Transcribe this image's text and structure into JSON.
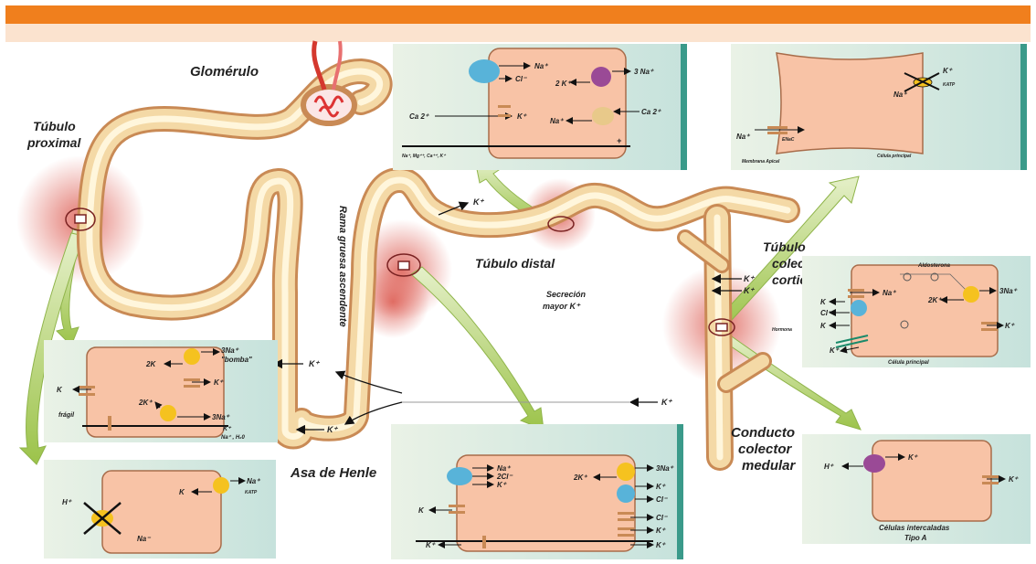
{
  "labels": {
    "glomerulo": "Glomérulo",
    "tubulo_proximal": [
      "Túbulo",
      "proximal"
    ],
    "rama_gruesa": "Rama gruesa ascendente",
    "tubulo_distal": "Túbulo distal",
    "tubulo_colector": [
      "Túbulo",
      "colector",
      "cortical"
    ],
    "secrecion": [
      "Secreción",
      "mayor K⁺"
    ],
    "conducto": [
      "Conducto",
      "colector",
      "medular"
    ],
    "asa": "Asa de Henle"
  },
  "flow_ions": {
    "k_distal": "K⁺",
    "k_cortical_1": "K⁺",
    "k_cortical_2": "K⁺",
    "k_asa_upper": "K⁺",
    "k_asa_lower": "K⁺",
    "k_medular": "K⁺"
  },
  "panels": {
    "distal_top": {
      "na1": "Na⁺",
      "cl": "Cl⁻",
      "three_na": "3 Na⁺",
      "two_k": "2 K⁺",
      "ca_left": "Ca 2⁺",
      "k": "K⁺",
      "na2": "Na⁺",
      "ca_right": "Ca 2⁺",
      "bottom": "Na⁺, Mg⁺⁺, Ca⁺⁺, K⁺",
      "plus": "+"
    },
    "collector_top": {
      "k": "K⁺",
      "pump_label": "KATP",
      "na_right": "Na⁺",
      "na_left": "Na⁺",
      "enac": "ENaC",
      "membrane": "Membrana Apical",
      "cell": "Célula principal"
    },
    "proximal_upper": {
      "three_na_pump": "3Na⁺",
      "bomba": "\"bomba\"",
      "two_k": "2K",
      "k_right": "K⁺",
      "k_left": "K",
      "two_k2": "2K⁺",
      "three_na2": "3Na⁺",
      "fragil": "frágil",
      "k_bottom": "K⁺",
      "bottom_ions": "Na⁺ , H₂0"
    },
    "proximal_lower": {
      "na": "Na⁺",
      "katp": "KATP",
      "k": "K",
      "h": "H⁺",
      "na2": "Na⁻"
    },
    "henle": {
      "na": "Na⁺",
      "two_cl": "2Cl⁻",
      "k_co": "K⁺",
      "three_na": "3Na⁺",
      "two_k": "2K⁺",
      "k_right1": "K⁺",
      "cl_right": "Cl⁻",
      "k_left": "K",
      "cl_right2": "Cl⁻",
      "k_right2": "K⁺",
      "k_bottom_left": "K⁺",
      "k_bottom_right": "K⁺"
    },
    "cortical": {
      "aldosterona": "Aldosterona",
      "na": "Na⁺",
      "two_k": "2K⁺",
      "three_na": "3Na⁺",
      "k1": "K",
      "cl": "Cl⁻",
      "k2": "K",
      "k_right": "K⁺",
      "kplus": "K⁺",
      "cell": "Célula principal",
      "hormone": "Hormona"
    },
    "intercalated": {
      "k_top": "K⁺",
      "h": "H⁺",
      "k_right": "K⁺",
      "title": [
        "Células intercaladas",
        "Tipo A"
      ]
    }
  },
  "colors": {
    "tube_outer": "#c98a55",
    "tube_fill": "#f4d9a6",
    "tube_lumen": "#fff6dc",
    "cell": "#f8c3a6",
    "panel_bg": "#d9ead7",
    "blue": "#58b3d9",
    "yellow": "#f5c21f",
    "purple": "#9a4a96",
    "arrow_green": "#a9cb5c"
  }
}
